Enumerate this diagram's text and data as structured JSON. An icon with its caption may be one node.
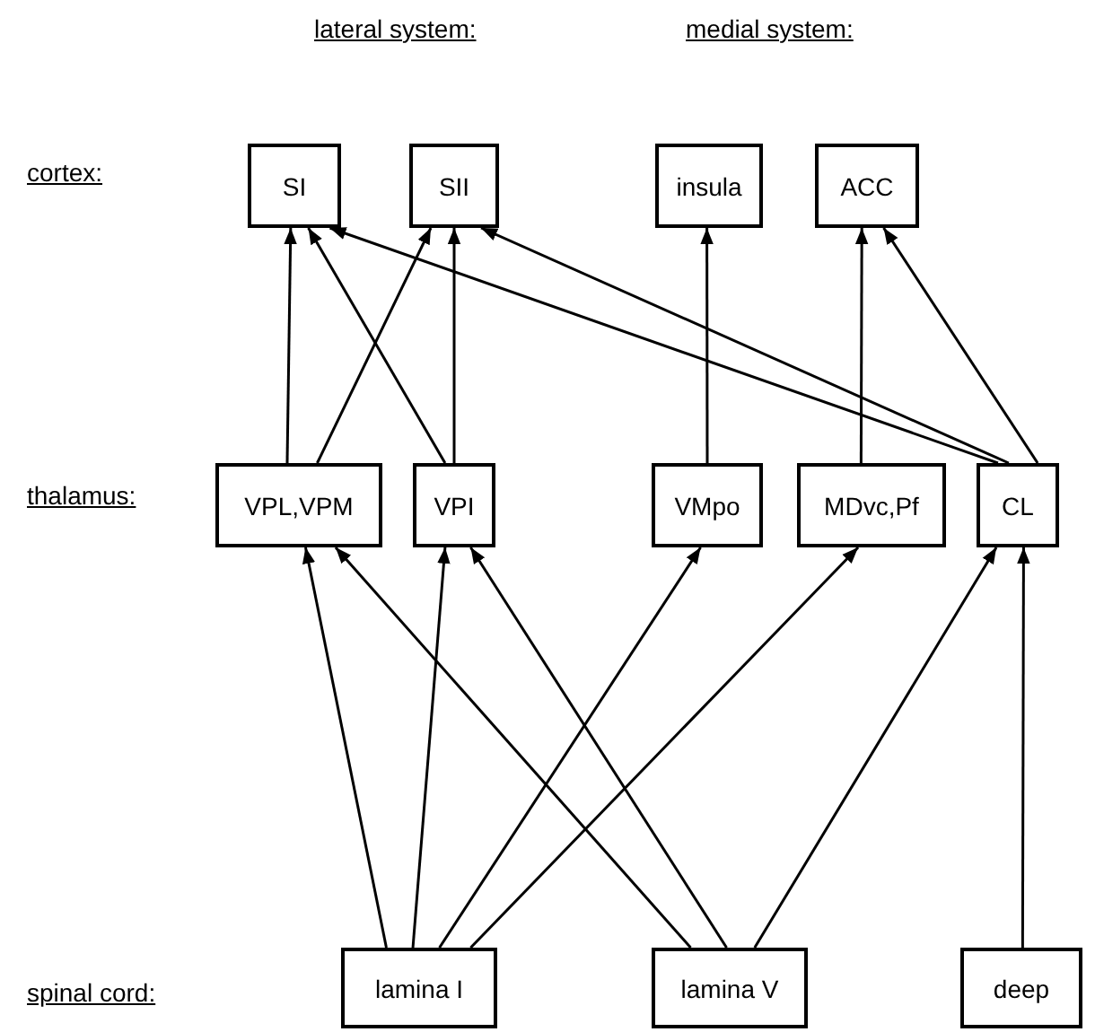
{
  "diagram": {
    "nodes": [
      {
        "text": [
          "SI"
        ]
      },
      {
        "text": [
          "SII"
        ]
      },
      {
        "text": [
          "insula"
        ]
      },
      {
        "text": [
          "ACC"
        ]
      },
      {
        "text": [
          "VPL,VPM"
        ]
      },
      {
        "text": [
          "VPI"
        ]
      },
      {
        "text": [
          "VMpo"
        ]
      },
      {
        "text": [
          "MDvc,Pf"
        ]
      },
      {
        "text": [
          "CL"
        ]
      },
      {
        "text": [
          "lamina I"
        ]
      },
      {
        "text": [
          "lamina V"
        ]
      },
      {
        "text": [
          "deep"
        ]
      }
    ],
    "edges": [
      {
        "from": 4,
        "to": 0,
        "arrow": "to"
      },
      {
        "from": 4,
        "to": 1,
        "arrow": "to"
      },
      {
        "from": 5,
        "to": 0,
        "arrow": "to"
      },
      {
        "from": 5,
        "to": 1,
        "arrow": "to"
      },
      {
        "from": 6,
        "to": 2,
        "arrow": "to"
      },
      {
        "from": 7,
        "to": 3,
        "arrow": "to"
      },
      {
        "from": 8,
        "to": 3,
        "arrow": "to"
      },
      {
        "from": 8,
        "to": 0,
        "arrow": "to"
      },
      {
        "from": 8,
        "to": 1,
        "arrow": "to"
      },
      {
        "from": 9,
        "to": 4,
        "arrow": "to"
      },
      {
        "from": 9,
        "to": 5,
        "arrow": "to"
      },
      {
        "from": 9,
        "to": 6,
        "arrow": "to"
      },
      {
        "from": 9,
        "to": 7,
        "arrow": "to"
      },
      {
        "from": 10,
        "to": 4,
        "arrow": "to"
      },
      {
        "from": 10,
        "to": 5,
        "arrow": "to"
      },
      {
        "from": 10,
        "to": 8,
        "arrow": "to"
      },
      {
        "from": 11,
        "to": 8,
        "arrow": "to"
      }
    ],
    "labels": [
      "lateral system:",
      "medial system:",
      "cortex:",
      "thalamus:",
      "spinal cord:"
    ]
  }
}
